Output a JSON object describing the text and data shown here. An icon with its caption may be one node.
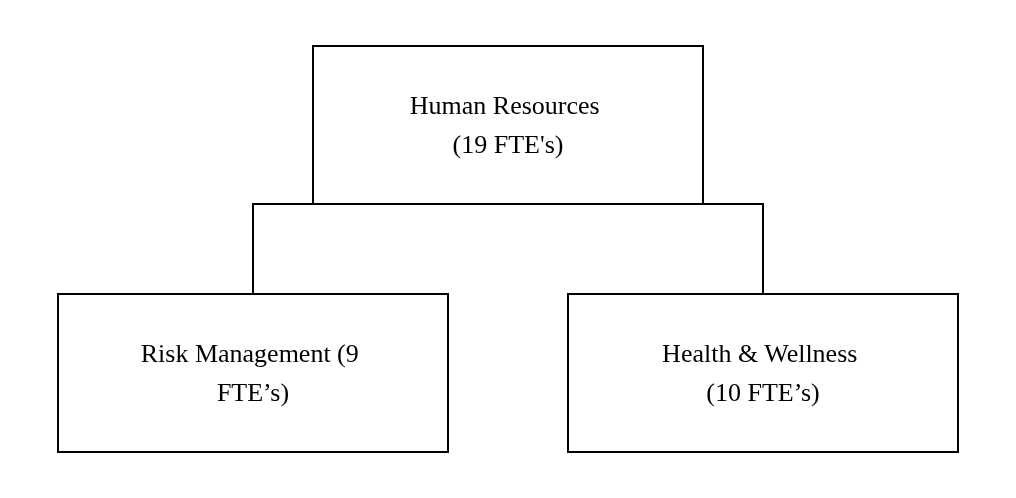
{
  "diagram": {
    "nodes": [
      {
        "text": [
          "Human Resources (19 FTE's)"
        ]
      },
      {
        "text": [
          "Risk Management (9 FTE’s)"
        ]
      },
      {
        "text": [
          "Health & Wellness (10 FTE’s)"
        ]
      }
    ],
    "edges": [
      {
        "from": 0,
        "to": 1,
        "arrow": "none"
      },
      {
        "from": 0,
        "to": 2,
        "arrow": "none"
      }
    ]
  }
}
